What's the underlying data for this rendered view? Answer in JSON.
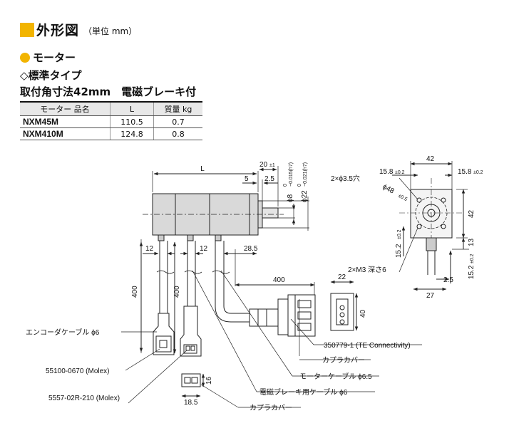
{
  "header": {
    "title": "外形図",
    "unit": "（単位 mm）"
  },
  "section": {
    "motor_label": "モーター",
    "type_label": "◇標準タイプ",
    "spec_label": "取付角寸法42mm　電磁ブレーキ付"
  },
  "table": {
    "headers": [
      "モーター 品名",
      "L",
      "質量 kg"
    ],
    "rows": [
      {
        "model": "NXM45M",
        "L": "110.5",
        "mass": "0.7"
      },
      {
        "model": "NXM410M",
        "L": "124.8",
        "mass": "0.8"
      }
    ]
  },
  "dims": {
    "L": "L",
    "d20": "20",
    "d20_tol": "±1",
    "d5": "5",
    "d2_5": "2.5",
    "shaft": "ϕ8",
    "shaft_tol_up": "0",
    "shaft_tol_low": "−0.015(h7)",
    "pilot": "ϕ22",
    "pilot_tol_up": "0",
    "pilot_tol_low": "−0.021(h7)",
    "d12a": "12",
    "d12b": "12",
    "d28_5": "28.5",
    "d400_enc": "400",
    "d400_brk": "400",
    "d400_motor": "400",
    "d22": "22",
    "d40": "40",
    "d42_top": "42",
    "d42_side": "42",
    "d15_8a": "15.8",
    "d15_8b": "15.8",
    "tol_0_2": "±0.2",
    "holes": "2×ϕ3.5穴",
    "pcd": "ϕ48",
    "pcd_tol": "±0.5",
    "m3": "2×M3 深さ6",
    "d15_2a": "15.2",
    "d15_2b": "15.2",
    "d13": "13",
    "d27": "27",
    "d2_5b": "2.5",
    "d18_5": "18.5",
    "d16": "16"
  },
  "labels": {
    "encoder_cable": "エンコーダケーブル ϕ6",
    "molex1": "55100-0670 (Molex)",
    "molex2": "5557-02R-210 (Molex)",
    "te": "350779-1 (TE Connectivity)",
    "coupler1": "カプラカバー",
    "motor_cable": "モーターケーブル ϕ6.5",
    "brake_cable": "電磁ブレーキ用ケーブル ϕ6",
    "coupler2": "カプラカバー"
  },
  "colors": {
    "accent": "#f2b400",
    "body_fill": "#d9d9d9",
    "line": "#222222"
  }
}
